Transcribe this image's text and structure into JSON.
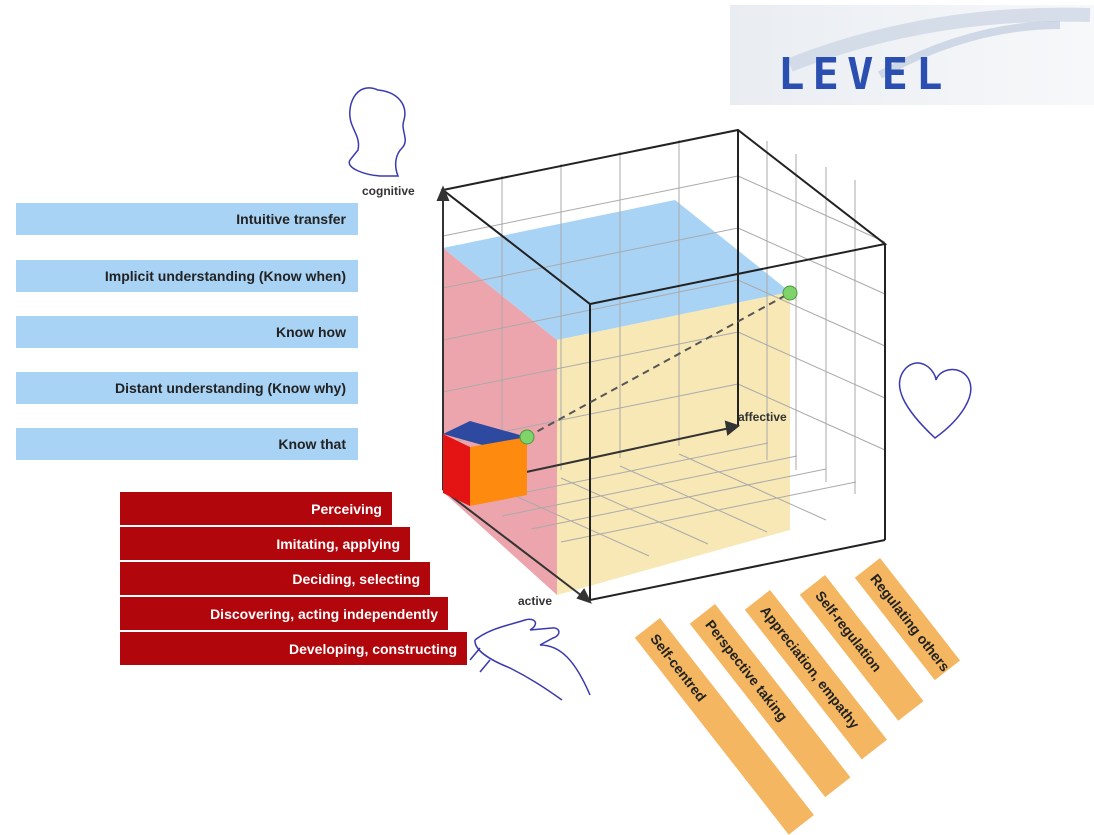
{
  "logo": {
    "text": "LEVEL"
  },
  "axes": {
    "cognitive": "cognitive",
    "affective": "affective",
    "active": "active"
  },
  "cognitive_levels": [
    "Intuitive transfer",
    "Implicit understanding (Know when)",
    "Know how",
    "Distant understanding (Know why)",
    "Know that"
  ],
  "active_levels": [
    "Perceiving",
    "Imitating, applying",
    "Deciding, selecting",
    "Discovering, acting independently",
    "Developing, constructing"
  ],
  "affective_levels": [
    "Self-centred",
    "Perspective taking",
    "Appreciation, empathy",
    "Self-regulation",
    "Regulating others"
  ],
  "colors": {
    "cognitive": "#a9d3f5",
    "active": "#b0060c",
    "affective": "#f4b660"
  }
}
